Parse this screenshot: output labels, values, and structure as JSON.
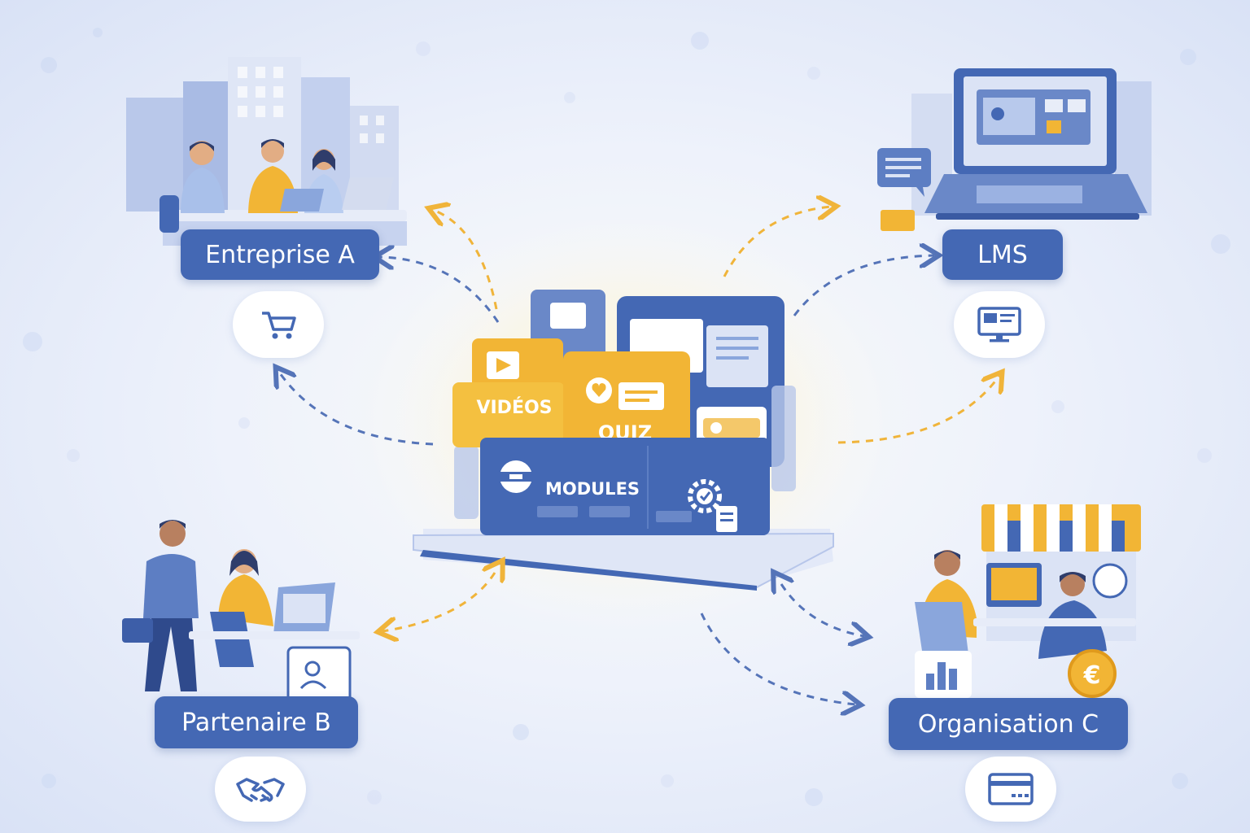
{
  "nodes": {
    "entreprise_a": {
      "label": "Entreprise A",
      "icon": "cart-icon"
    },
    "lms": {
      "label": "LMS",
      "icon": "monitor-icon"
    },
    "partenaire_b": {
      "label": "Partenaire B",
      "icon": "handshake-icon"
    },
    "organisation_c": {
      "label": "Organisation C",
      "icon": "card-icon"
    }
  },
  "hub": {
    "tiles": {
      "videos": "VIDÉOS",
      "quiz": "QUIZ",
      "modules": "MODULES"
    }
  },
  "colors": {
    "primary_blue": "#4468b4",
    "accent_yellow": "#f2b535",
    "arrow_blue": "#5574b8",
    "arrow_yellow": "#f0b43a"
  }
}
